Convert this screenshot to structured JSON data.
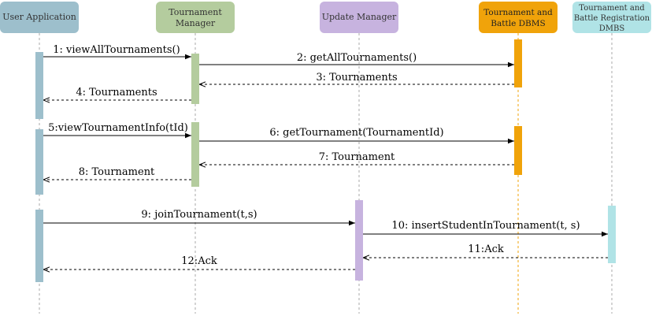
{
  "colors": {
    "user": "#9dbfcc",
    "tm": "#b4cc9e",
    "um": "#c7b3df",
    "db1": "#f0a30a",
    "db2": "#b0e3e6",
    "line": "#000000",
    "lifeline": "#aaaaaa"
  },
  "participants": [
    {
      "id": "user",
      "lines": [
        "User Application"
      ]
    },
    {
      "id": "tm",
      "lines": [
        "Tournament",
        "Manager"
      ]
    },
    {
      "id": "um",
      "lines": [
        "Update Manager"
      ]
    },
    {
      "id": "db1",
      "lines": [
        "Tournament and",
        "Battle DBMS"
      ]
    },
    {
      "id": "db2",
      "lines": [
        "Tournament and",
        "Battle Registration",
        "DMBS"
      ]
    }
  ],
  "messages": [
    {
      "label": "1: viewAllTournaments()",
      "dashed": false
    },
    {
      "label": "2: getAllTournaments()",
      "dashed": false
    },
    {
      "label": "3: Tournaments",
      "dashed": true
    },
    {
      "label": "4: Tournaments",
      "dashed": true
    },
    {
      "label": "5:viewTournamentInfo(tId)",
      "dashed": false
    },
    {
      "label": "6: getTournament(TournamentId)",
      "dashed": false
    },
    {
      "label": "7: Tournament",
      "dashed": true
    },
    {
      "label": "8: Tournament",
      "dashed": true
    },
    {
      "label": "9: joinTournament(t,s)",
      "dashed": false
    },
    {
      "label": "10: insertStudentInTournament(t, s)",
      "dashed": false
    },
    {
      "label": "11:Ack",
      "dashed": true
    },
    {
      "label": "12:Ack",
      "dashed": true
    }
  ]
}
